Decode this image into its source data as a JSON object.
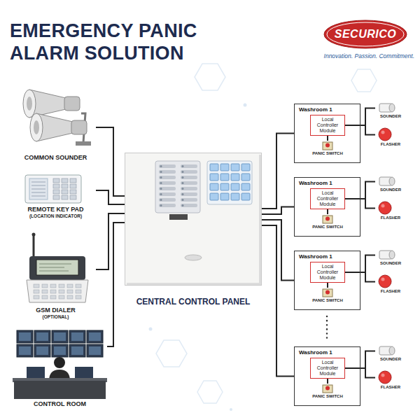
{
  "diagram": {
    "title": "EMERGENCY PANIC ALARM SOLUTION",
    "nodes": [
      {
        "text": [
          "SECURICO"
        ]
      },
      {
        "text": [
          "COMMON SOUNDER"
        ]
      },
      {
        "text": [
          "REMOTE KEY PAD",
          "(LOCATION INDICATOR)"
        ]
      },
      {
        "text": [
          "GSM DIALER",
          "(OPTIONAL)"
        ]
      },
      {
        "text": [
          "CONTROL ROOM"
        ]
      },
      {
        "text": [
          "CENTRAL CONTROL PANEL"
        ]
      },
      {
        "text": [
          "Washroom 1"
        ]
      },
      {
        "text": [
          "Local Controller Module"
        ],
        "in": 6
      },
      {
        "text": [
          "PANIC SWITCH"
        ],
        "in": 6
      },
      {
        "text": [
          "SOUNDER"
        ]
      },
      {
        "text": [
          "FLASHER"
        ]
      },
      {
        "text": [
          "Washroom 1"
        ]
      },
      {
        "text": [
          "Local Controller Module"
        ],
        "in": 11
      },
      {
        "text": [
          "PANIC SWITCH"
        ],
        "in": 11
      },
      {
        "text": [
          "SOUNDER"
        ]
      },
      {
        "text": [
          "FLASHER"
        ]
      },
      {
        "text": [
          "Washroom 1"
        ]
      },
      {
        "text": [
          "Local Controller Module"
        ],
        "in": 16
      },
      {
        "text": [
          "PANIC SWITCH"
        ],
        "in": 16
      },
      {
        "text": [
          "SOUNDER"
        ]
      },
      {
        "text": [
          "FLASHER"
        ]
      },
      {
        "text": [
          "Washroom 1"
        ]
      },
      {
        "text": [
          "Local Controller Module"
        ],
        "in": 21
      },
      {
        "text": [
          "PANIC SWITCH"
        ],
        "in": 21
      },
      {
        "text": [
          "SOUNDER"
        ]
      },
      {
        "text": [
          "FLASHER"
        ]
      }
    ],
    "edges": [
      {
        "from": 1,
        "to": 5,
        "arrow": "none"
      },
      {
        "from": 2,
        "to": 5,
        "arrow": "none"
      },
      {
        "from": 3,
        "to": 5,
        "arrow": "none"
      },
      {
        "from": 4,
        "to": 5,
        "arrow": "none"
      },
      {
        "from": 5,
        "to": 6,
        "arrow": "none"
      },
      {
        "from": 7,
        "to": 9,
        "arrow": "none"
      },
      {
        "from": 7,
        "to": 10,
        "arrow": "none"
      },
      {
        "from": 8,
        "to": 7,
        "arrow": "none"
      },
      {
        "from": 5,
        "to": 11,
        "arrow": "none"
      },
      {
        "from": 12,
        "to": 14,
        "arrow": "none"
      },
      {
        "from": 12,
        "to": 15,
        "arrow": "none"
      },
      {
        "from": 13,
        "to": 12,
        "arrow": "none"
      },
      {
        "from": 5,
        "to": 16,
        "arrow": "none"
      },
      {
        "from": 17,
        "to": 19,
        "arrow": "none"
      },
      {
        "from": 17,
        "to": 20,
        "arrow": "none"
      },
      {
        "from": 18,
        "to": 17,
        "arrow": "none"
      },
      {
        "from": 5,
        "to": 21,
        "arrow": "none"
      },
      {
        "from": 22,
        "to": 24,
        "arrow": "none"
      },
      {
        "from": 22,
        "to": 25,
        "arrow": "none"
      },
      {
        "from": 23,
        "to": 22,
        "arrow": "none"
      }
    ],
    "labels": [
      "Innovation. Passion. Commitment."
    ]
  }
}
